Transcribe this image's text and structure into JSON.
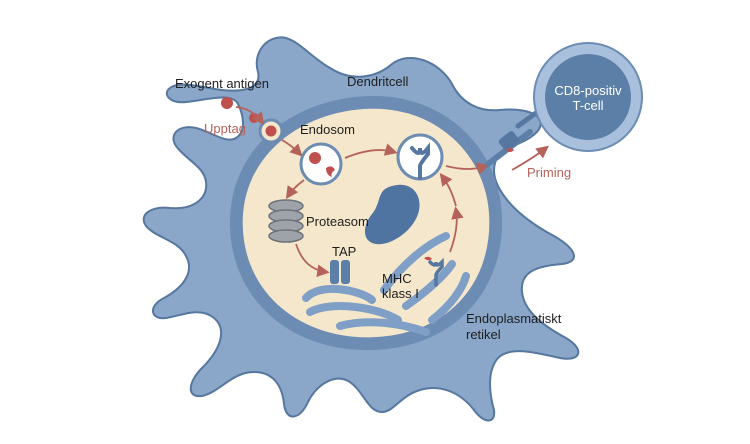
{
  "labels": {
    "exogenous_antigen": "Exogent antigen",
    "uptake": "Upptag",
    "dendritic_cell": "Dendritcell",
    "endosome": "Endosom",
    "proteasome": "Proteasom",
    "tap": "TAP",
    "mhc_line1": "MHC",
    "mhc_line2": "klass I",
    "er_line1": "Endoplasmatiskt",
    "er_line2": "retikel",
    "tcell_line1": "CD8-positiv",
    "tcell_line2": "T-cell",
    "priming": "Priming"
  },
  "colors": {
    "membrane": "#7f9fc6",
    "membrane_edge": "#56779f",
    "cytoplasm": "#f5e7cb",
    "antigen": "#c0504d",
    "arrow": "#b5625a",
    "nucleus": "#4f74a1",
    "tcell_outer": "#a9c0dc",
    "tcell_inner": "#5c7fa8"
  }
}
